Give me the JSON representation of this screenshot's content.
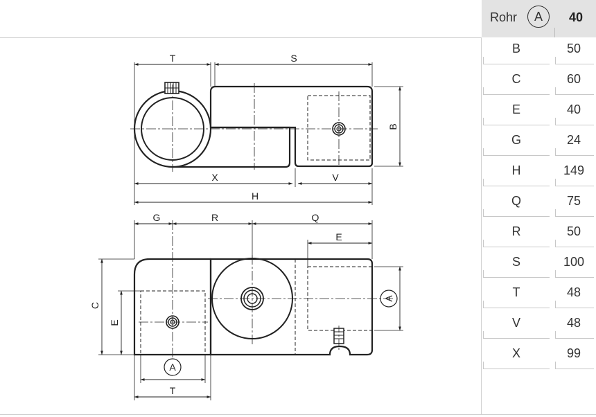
{
  "table": {
    "header": {
      "label": "Rohr",
      "circle_letter": "A",
      "value": "40"
    },
    "rows": [
      {
        "letter": "B",
        "value": "50"
      },
      {
        "letter": "C",
        "value": "60"
      },
      {
        "letter": "E",
        "value": "40"
      },
      {
        "letter": "G",
        "value": "24"
      },
      {
        "letter": "H",
        "value": "149"
      },
      {
        "letter": "Q",
        "value": "75"
      },
      {
        "letter": "R",
        "value": "50"
      },
      {
        "letter": "S",
        "value": "100"
      },
      {
        "letter": "T",
        "value": "48"
      },
      {
        "letter": "V",
        "value": "48"
      },
      {
        "letter": "X",
        "value": "99"
      }
    ]
  },
  "drawing": {
    "labels": {
      "top_T": "T",
      "top_S": "S",
      "top_B": "B",
      "top_X": "X",
      "top_V": "V",
      "top_H": "H",
      "bot_G": "G",
      "bot_R": "R",
      "bot_Q": "Q",
      "bot_E_top": "E",
      "bot_C": "C",
      "bot_E_left": "E",
      "bot_A_right": "A",
      "bot_A_bottom": "A",
      "bot_T": "T"
    }
  }
}
